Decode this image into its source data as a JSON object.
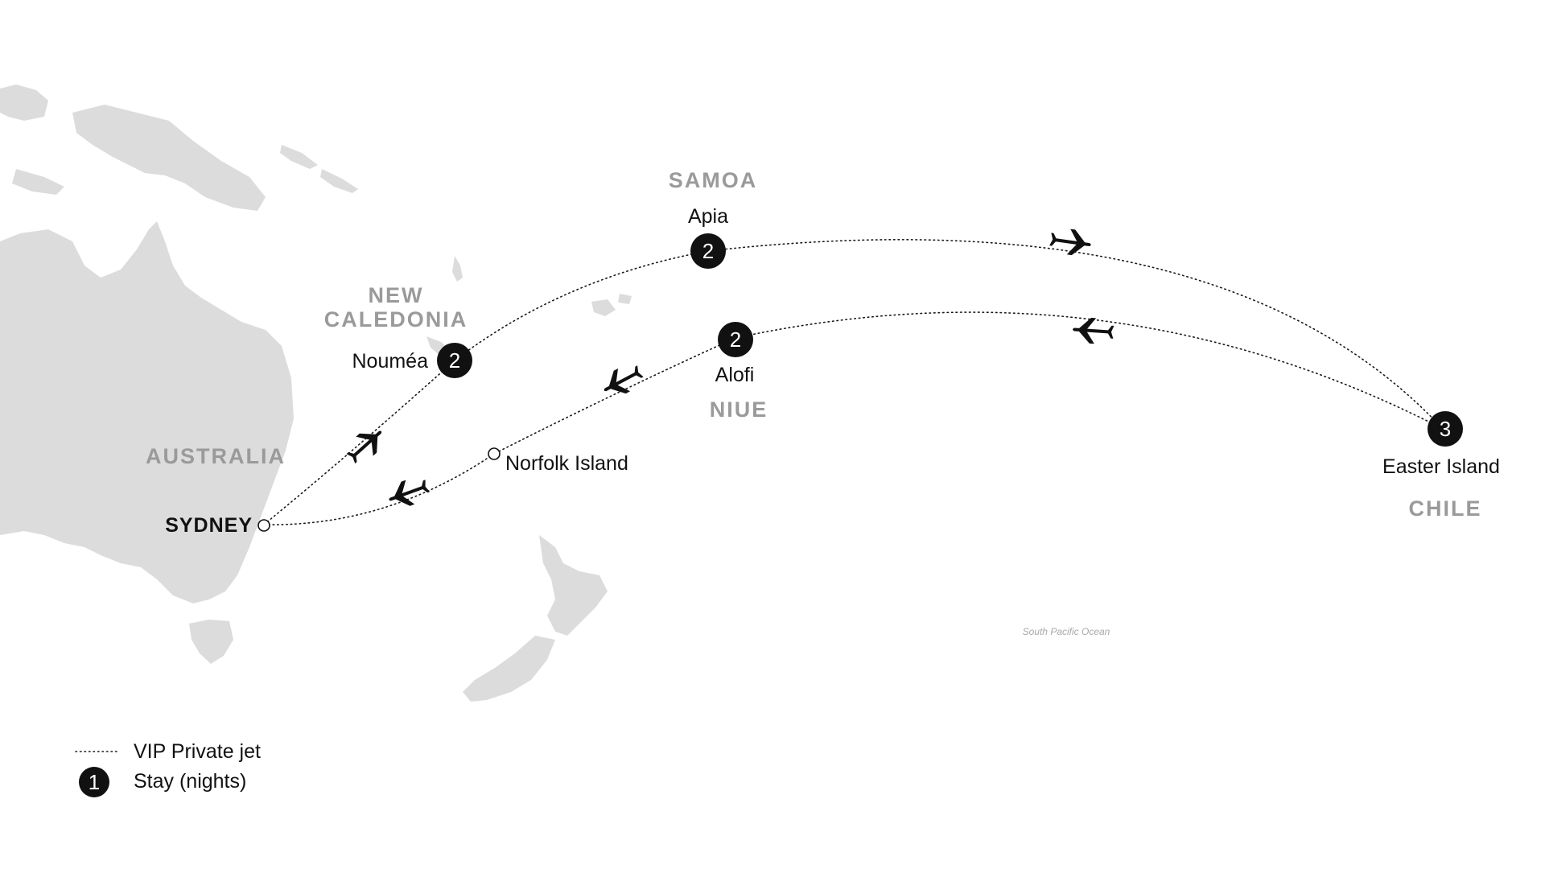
{
  "countries": {
    "australia": "AUSTRALIA",
    "new_caledonia_line1": "NEW",
    "new_caledonia_line2": "CALEDONIA",
    "samoa": "SAMOA",
    "niue": "NIUE",
    "chile": "CHILE"
  },
  "places": {
    "sydney": "SYDNEY",
    "noumea": "Nouméa",
    "apia": "Apia",
    "alofi": "Alofi",
    "norfolk": "Norfolk Island",
    "easter": "Easter Island"
  },
  "stays": {
    "noumea": "2",
    "apia": "2",
    "alofi": "2",
    "easter": "3"
  },
  "ocean_label": "South Pacific Ocean",
  "legend": {
    "jet_label": "VIP Private jet",
    "stay_label": "Stay (nights)",
    "stay_example": "1"
  },
  "colors": {
    "land": "#dcdcdc",
    "country_label": "#9a9a9a",
    "text": "#111111",
    "background": "#ffffff"
  },
  "icons": [
    "airplane-icon",
    "stay-marker-icon",
    "waypoint-icon"
  ]
}
